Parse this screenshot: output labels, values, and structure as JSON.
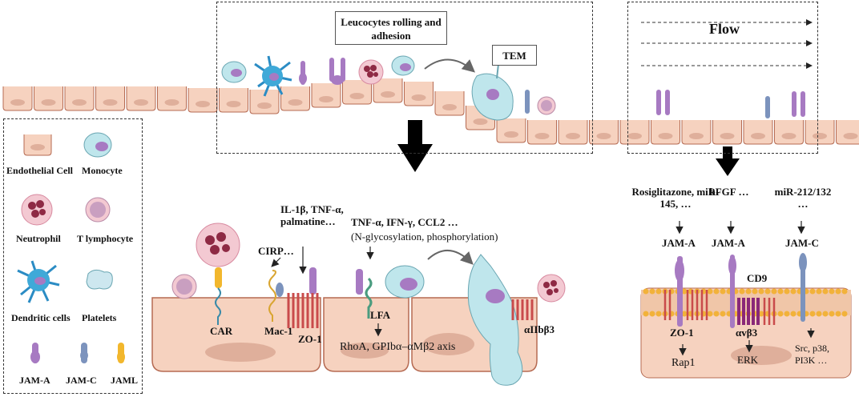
{
  "colors": {
    "cell_fill": "#f6d2bf",
    "cell_stroke": "#b56a52",
    "nucleus": "#dfaf9b",
    "jam_a": "#a77ac2",
    "jam_c": "#7c93bd",
    "jaml": "#f2b72d",
    "monocyte": "#bfe6ec",
    "neutrophil": "#f3c9d2",
    "neutrophil_nucleus": "#8e2a44",
    "lymphocyte": "#c99fc0",
    "dendritic": "#3fa9d8",
    "platelet": "#cde7ef",
    "membrane_head": "#f2b23a",
    "arrow": "#000000"
  },
  "legend": {
    "items": [
      {
        "icon": "endothelial-cell-icon",
        "label": "Endothelial Cell"
      },
      {
        "icon": "monocyte-icon",
        "label": "Monocyte"
      },
      {
        "icon": "neutrophil-icon",
        "label": "Neutrophil"
      },
      {
        "icon": "t-lymphocyte-icon",
        "label": "T lymphocyte"
      },
      {
        "icon": "dendritic-cell-icon",
        "label": "Dendritic cells"
      },
      {
        "icon": "platelet-icon",
        "label": "Platelets"
      },
      {
        "icon": "jam-a-icon",
        "label": "JAM-A"
      },
      {
        "icon": "jam-c-icon",
        "label": "JAM-C"
      },
      {
        "icon": "jaml-icon",
        "label": "JAML"
      }
    ]
  },
  "top": {
    "rolling_box": "Leucocytes rolling and adhesion",
    "tem_box": "TEM",
    "flow_label": "Flow"
  },
  "mid": {
    "cytokines": "IL-1β, TNF-α, palmatine…",
    "cytokines2": "TNF-α, IFN-γ, CCL2 …",
    "modifications": "(N-glycosylation, phosphorylation)",
    "cirp": "CIRP…",
    "car": "CAR",
    "mac1": "Mac-1",
    "zo1": "ZO-1",
    "lfa": "LFA",
    "aiib": "αIIbβ3",
    "axis": "RhoA, GPIbα–αMβ2 axis"
  },
  "right": {
    "drug1": "Rosiglitazone, miR-145, …",
    "drug2": "bFGF …",
    "drug3": "miR-212/132 …",
    "jam_a1": "JAM-A",
    "jam_a2": "JAM-A",
    "jam_c": "JAM-C",
    "cd9": "CD9",
    "zo1": "ZO-1",
    "avb3": "αvβ3",
    "rap1": "Rap1",
    "erk": "ERK",
    "src": "Src, p38, PI3K …"
  }
}
